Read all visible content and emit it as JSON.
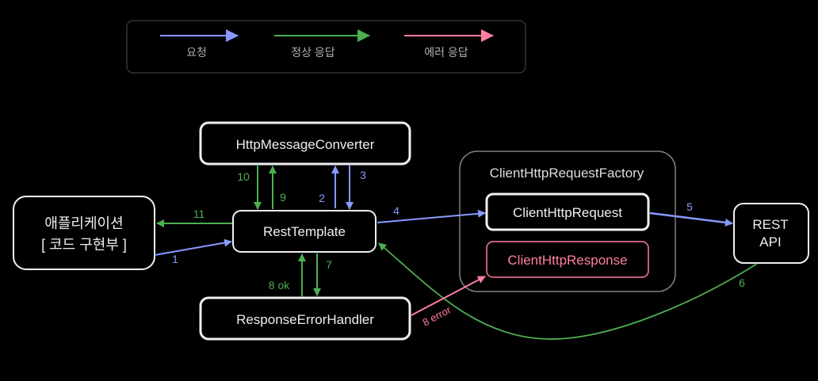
{
  "colors": {
    "background": "#000000",
    "request": "#8899ff",
    "ok": "#4caf50",
    "error": "#ff7f9f",
    "node_stroke": "#f0f0f0",
    "group_stroke": "#808080",
    "text": "#eeeeee",
    "legend_text": "#b0b0b0"
  },
  "legend": {
    "request_label": "요청",
    "ok_label": "정상 응답",
    "error_label": "에러 응답"
  },
  "nodes": {
    "app_line1": "애플리케이션",
    "app_line2": "[ 코드 구현부 ]",
    "converter": "HttpMessageConverter",
    "rest_template": "RestTemplate",
    "error_handler": "ResponseErrorHandler",
    "factory_group": "ClientHttpRequestFactory",
    "client_request": "ClientHttpRequest",
    "client_response": "ClientHttpResponse",
    "rest_api_line1": "REST",
    "rest_api_line2": "API"
  },
  "edges": {
    "e1": "1",
    "e2": "2",
    "e3": "3",
    "e4": "4",
    "e5": "5",
    "e6": "6",
    "e7": "7",
    "e8ok": "8 ok",
    "e8err": "8 error",
    "e9": "9",
    "e10": "10",
    "e11": "11"
  }
}
